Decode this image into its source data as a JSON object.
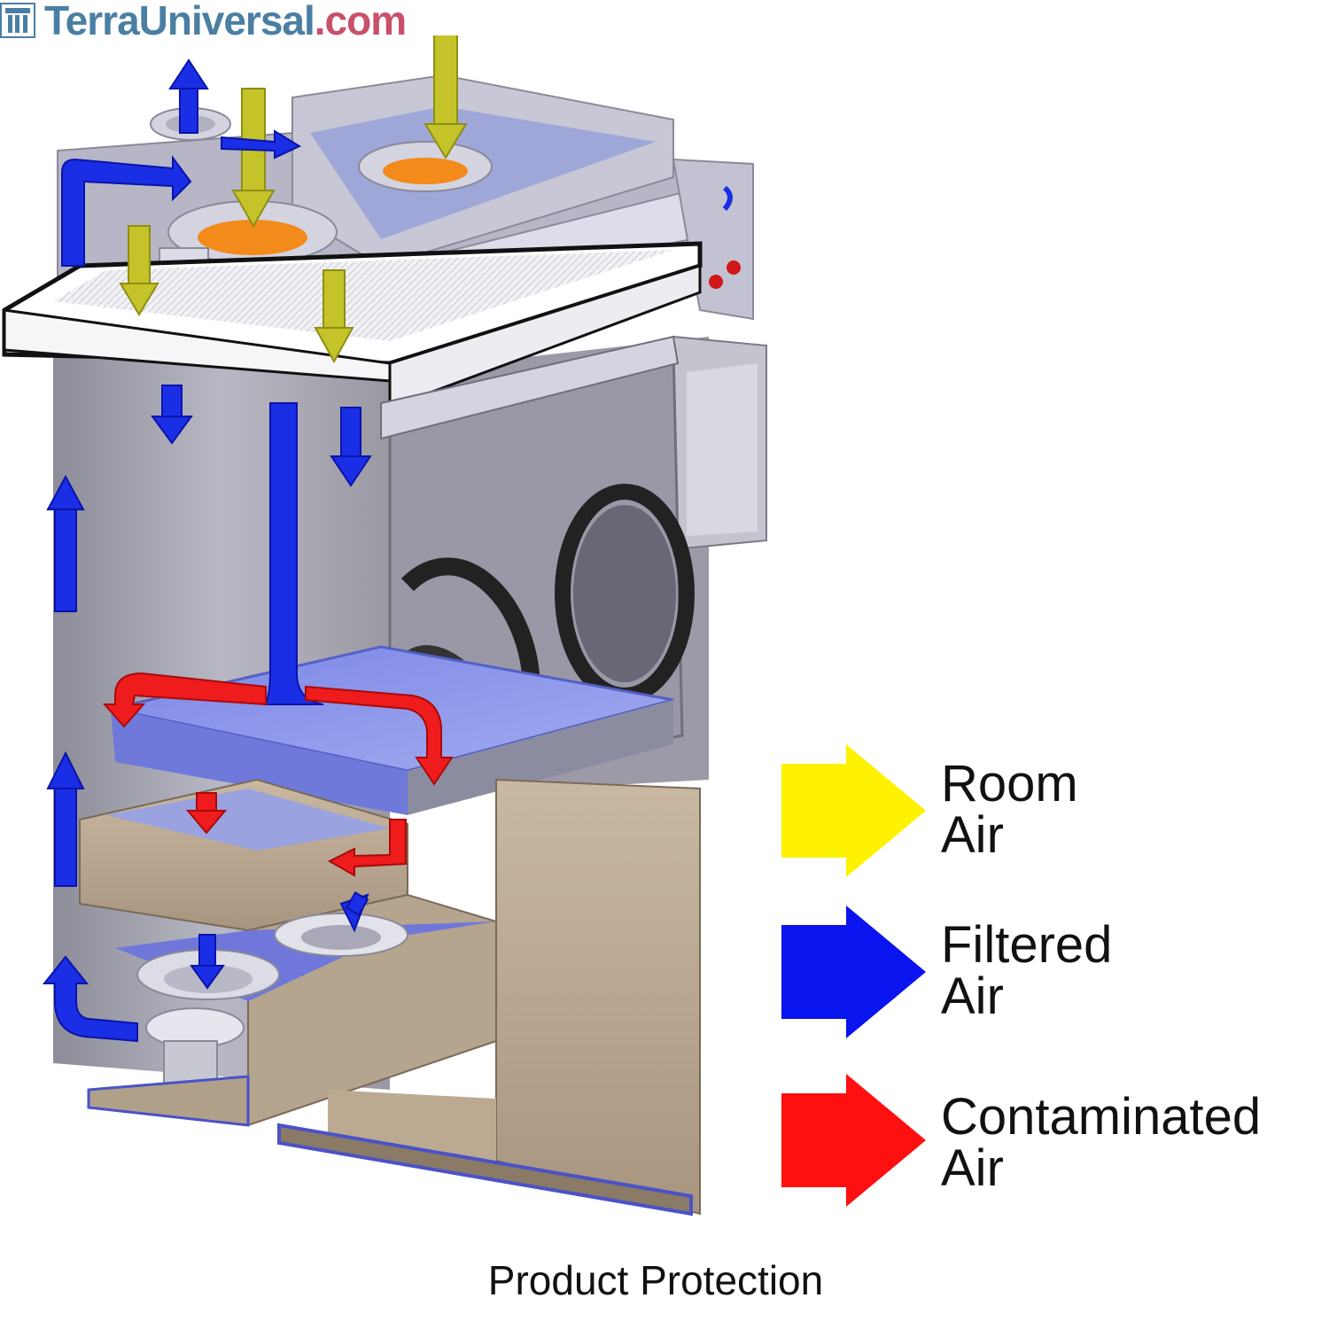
{
  "brand": {
    "name": "TerraUniversal",
    "tld": ".com"
  },
  "legend": {
    "items": [
      {
        "line1": "Room",
        "line2": "Air",
        "color": "#fff200"
      },
      {
        "line1": "Filtered",
        "line2": "Air",
        "color": "#0a14ee"
      },
      {
        "line1": "Contaminated",
        "line2": "Air",
        "color": "#ff1010"
      }
    ]
  },
  "caption": "Product Protection",
  "colors": {
    "room_air": "#c4c32a",
    "filtered_air": "#1a2ee6",
    "contaminated_air": "#ee1c1c",
    "cabinet_steel": "#a9a9b8",
    "blower": "#f28a1c"
  }
}
